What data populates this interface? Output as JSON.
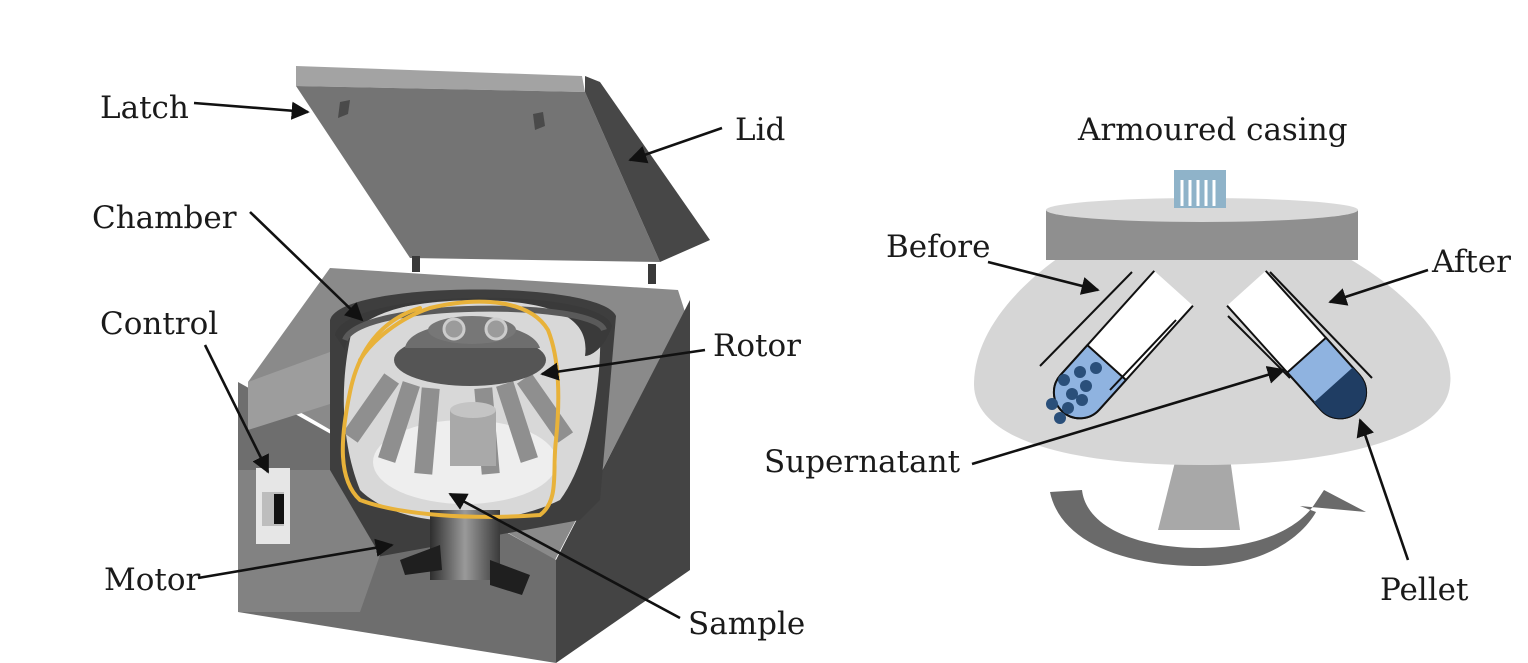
{
  "labels": {
    "latch": "Latch",
    "lid": "Lid",
    "chamber": "Chamber",
    "control": "Control",
    "rotor": "Rotor",
    "motor": "Motor",
    "sample": "Sample",
    "armoured_casing": "Armoured casing",
    "before": "Before",
    "after": "After",
    "supernatant": "Supernatant",
    "pellet": "Pellet"
  },
  "colors": {
    "casing_light": "#9b9b9b",
    "casing_mid": "#7a7a7a",
    "casing_dark": "#4d4d4d",
    "casing_darkest": "#333333",
    "sample_outline": "#e8b23a",
    "liquid": "#8fb3e0",
    "pellet": "#1f3d63"
  }
}
